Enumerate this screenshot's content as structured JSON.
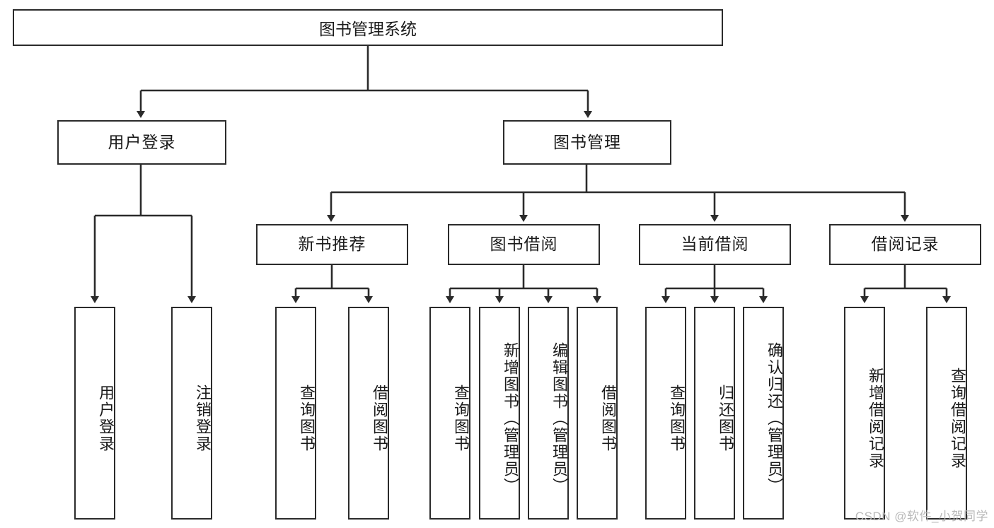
{
  "diagram": {
    "title": "图书管理系统",
    "type": "tree",
    "root": {
      "id": "root",
      "label": "图书管理系统"
    },
    "level2": [
      {
        "id": "user-login",
        "label": "用户登录"
      },
      {
        "id": "book-manage",
        "label": "图书管理"
      }
    ],
    "level3": [
      {
        "id": "new-book-rec",
        "label": "新书推荐",
        "parent": "book-manage"
      },
      {
        "id": "book-borrow",
        "label": "图书借阅",
        "parent": "book-manage"
      },
      {
        "id": "current-borrow",
        "label": "当前借阅",
        "parent": "book-manage"
      },
      {
        "id": "borrow-record",
        "label": "借阅记录",
        "parent": "book-manage"
      }
    ],
    "leaves": [
      {
        "id": "leaf-user-login",
        "label": "用户登录",
        "parent": "user-login"
      },
      {
        "id": "leaf-logout",
        "label": "注销登录",
        "parent": "user-login"
      },
      {
        "id": "leaf-query-book-1",
        "label": "查询图书",
        "parent": "new-book-rec"
      },
      {
        "id": "leaf-borrow-book-1",
        "label": "借阅图书",
        "parent": "new-book-rec"
      },
      {
        "id": "leaf-query-book-2",
        "label": "查询图书",
        "parent": "book-borrow"
      },
      {
        "id": "leaf-add-book",
        "label": "新增图书（管理员）",
        "parent": "book-borrow"
      },
      {
        "id": "leaf-edit-book",
        "label": "编辑图书（管理员）",
        "parent": "book-borrow"
      },
      {
        "id": "leaf-borrow-book-2",
        "label": "借阅图书",
        "parent": "book-borrow"
      },
      {
        "id": "leaf-query-book-3",
        "label": "查询图书",
        "parent": "current-borrow"
      },
      {
        "id": "leaf-return-book",
        "label": "归还图书",
        "parent": "current-borrow"
      },
      {
        "id": "leaf-confirm-return",
        "label": "确认归还（管理员）",
        "parent": "current-borrow"
      },
      {
        "id": "leaf-add-record",
        "label": "新增借阅记录",
        "parent": "borrow-record"
      },
      {
        "id": "leaf-query-record",
        "label": "查询借阅记录",
        "parent": "borrow-record"
      }
    ],
    "colors": {
      "stroke": "#2b2b2b",
      "fill": "#ffffff",
      "text": "#1a1a1a",
      "watermark": "#b9b9b9"
    }
  },
  "watermark": {
    "text": "CSDN @软件_小贺同学"
  }
}
